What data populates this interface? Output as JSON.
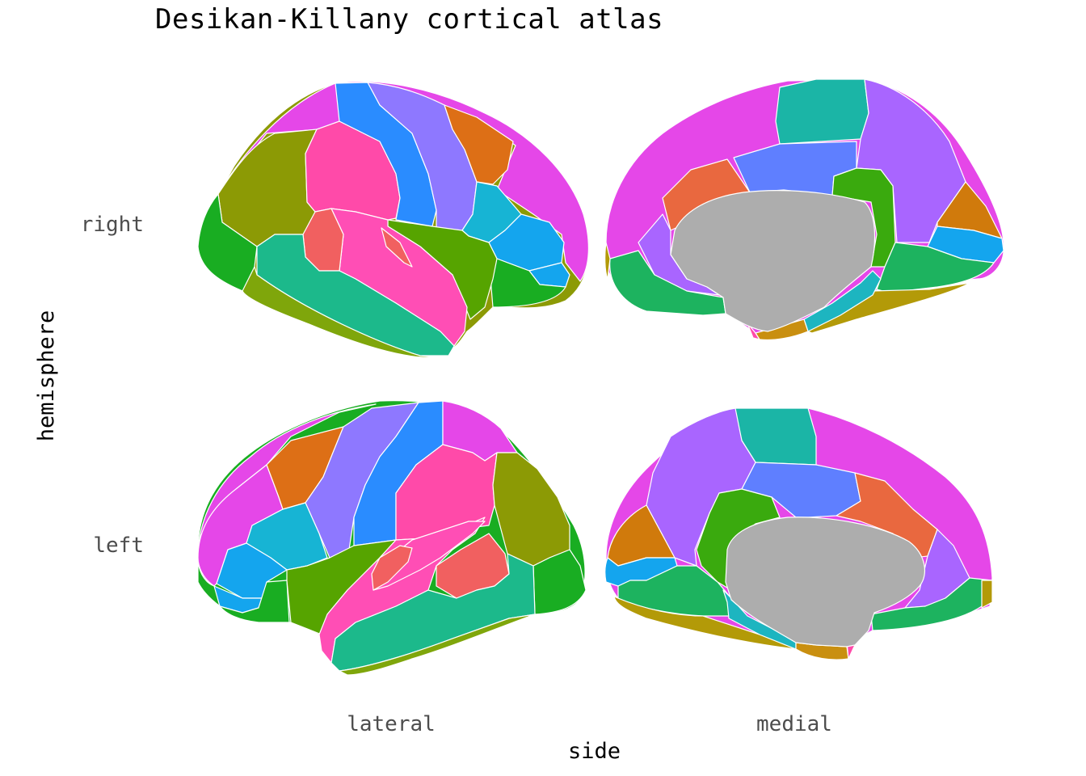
{
  "title": "Desikan-Killany cortical atlas",
  "axes": {
    "x_title": "side",
    "y_title": "hemisphere",
    "x_categories": [
      "lateral",
      "medial"
    ],
    "y_categories": [
      "right",
      "left"
    ]
  },
  "colors": {
    "background": "#ffffff",
    "subcortical_gray": "#adadad",
    "superiorfrontal": "#e547e8",
    "supramarginal": "#ff4aa9",
    "inferiorparietal": "#8c9a05",
    "postcentral": "#2a8cff",
    "precentral": "#8e78ff",
    "caudalmiddlefrontal": "#dd6f16",
    "rostralmiddlefrontal": "#d24df0",
    "parsopercularis": "#17b4d4",
    "parstriangularis": "#14a5ee",
    "superiortemporal": "#ff4eb5",
    "middletemporal": "#1cb98b",
    "inferiortemporal": "#7fa60b",
    "lateraloccipital": "#19ad22",
    "insula": "#56a400",
    "supramarginal_small": "#f16060",
    "paracentral": "#1bb5a6",
    "posteriorcingulate": "#5f7fff",
    "isthmuscingulate": "#e9683f",
    "precuneus": "#a965ff",
    "cuneus": "#3aaa0e",
    "pericalcarine": "#d07a0c",
    "lingual": "#1db35f",
    "fusiform": "#b39a08",
    "parahippocampal": "#1db5c0",
    "entorhinal": "#c98f10"
  }
}
